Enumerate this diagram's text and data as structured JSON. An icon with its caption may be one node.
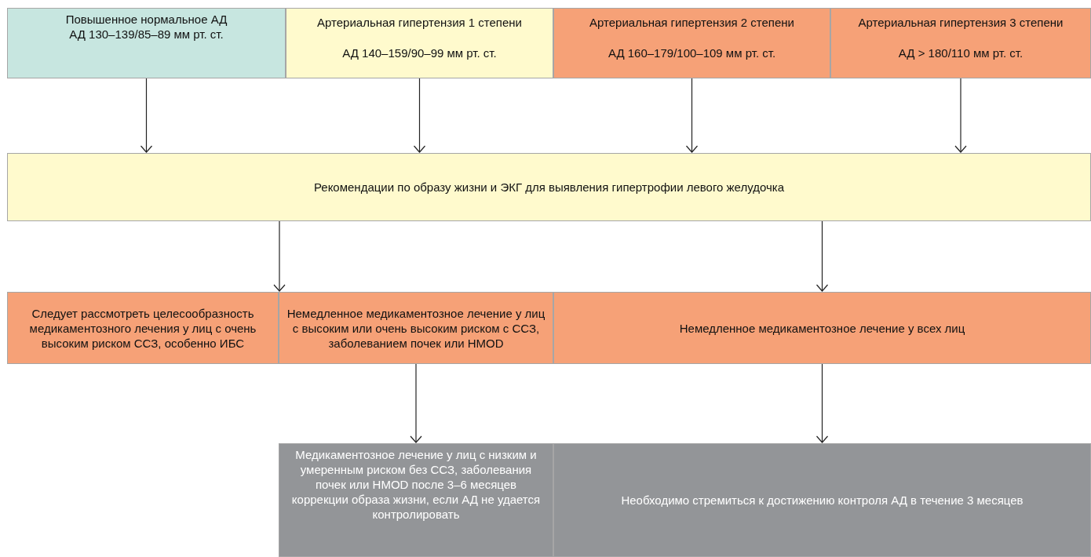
{
  "diagram": {
    "nodes": [
      {
        "text": [
          "Повышенное нормальное АД",
          "АД 130–139/85–89 мм рт. ст."
        ]
      },
      {
        "text": [
          "Артериальная гипертензия 1 степени",
          "АД 140–159/90–99 мм рт. ст."
        ]
      },
      {
        "text": [
          "Артериальная гипертензия 2 степени",
          "АД 160–179/100–109 мм рт. ст."
        ]
      },
      {
        "text": [
          "Артериальная гипертензия 3 степени",
          "АД > 180/110 мм рт. ст."
        ]
      },
      {
        "text": [
          "Рекомендации по образу жизни и ЭКГ для выявления гипертрофии левого желудочка"
        ]
      },
      {
        "text": [
          "Следует рассмотреть целесообразность медикаментозного лечения у лиц с очень высоким риском ССЗ, особенно ИБС"
        ]
      },
      {
        "text": [
          "Немедленное медикаментозное лечение у лиц с высоким или очень высоким риском с ССЗ, заболеванием почек или HMOD"
        ]
      },
      {
        "text": [
          "Немедленное медикаментозное лечение у всех лиц"
        ]
      },
      {
        "text": [
          "Медикаментозное лечение у лиц с низким и умеренным риском без ССЗ, заболевания почек или HMOD после 3–6 месяцев коррекции образа жизни, если АД не удается контролировать"
        ]
      },
      {
        "text": [
          "Необходимо стремиться к достижению контроля АД в течение 3 месяцев"
        ]
      }
    ],
    "edges": [
      {
        "from": 0,
        "to": 4,
        "arrow": "to"
      },
      {
        "from": 1,
        "to": 4,
        "arrow": "to"
      },
      {
        "from": 2,
        "to": 4,
        "arrow": "to"
      },
      {
        "from": 3,
        "to": 4,
        "arrow": "to"
      },
      {
        "from": 4,
        "to": 5,
        "arrow": "to"
      },
      {
        "from": 4,
        "to": 6,
        "arrow": "to"
      },
      {
        "from": 4,
        "to": 7,
        "arrow": "to"
      },
      {
        "from": 6,
        "to": 8,
        "arrow": "to"
      },
      {
        "from": 7,
        "to": 9,
        "arrow": "to"
      }
    ]
  }
}
